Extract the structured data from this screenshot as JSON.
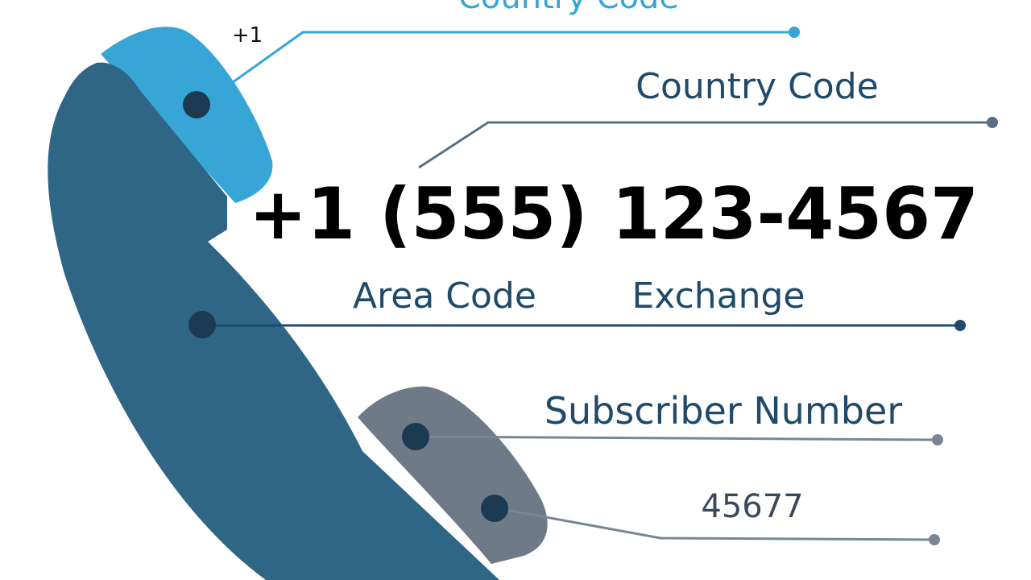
{
  "labels": {
    "top_country_code": "Country Code",
    "plus_one": "+1",
    "country_code": "Country Code",
    "phone_number": "+1 (555) 123-4567",
    "area_code": "Area Code",
    "exchange": "Exchange",
    "subscriber_number": "Subscriber Number",
    "bottom_number": "45677"
  },
  "colors": {
    "handset_body": "#2f6585",
    "handset_top_piece": "#37a6d6",
    "handset_bottom_piece": "#6e7a86",
    "dot": "#1c3a52",
    "line_top": "#37a6d6",
    "line_country": "#5b6f82",
    "line_area": "#1f4a6a",
    "line_subscriber": "#7a8692",
    "label_text": "#1f4a6a",
    "number_text": "#000000",
    "small_number_text": "#3a4a5a"
  },
  "icons": {
    "handset": "phone-handset-icon"
  }
}
